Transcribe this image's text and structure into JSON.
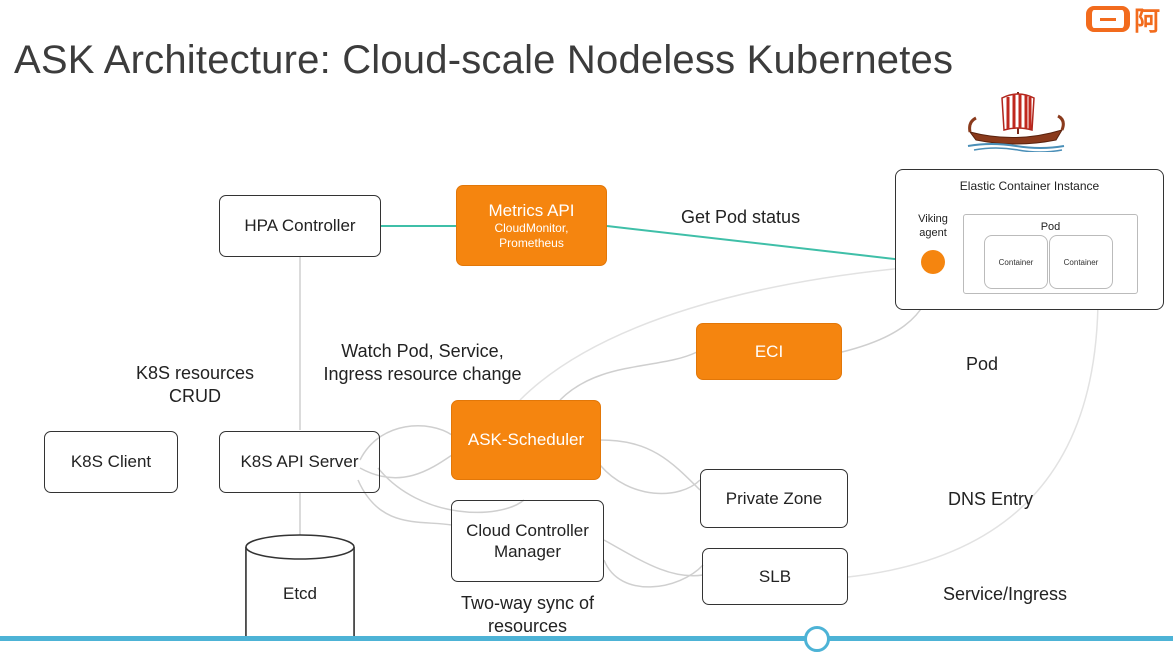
{
  "slide": {
    "title": "ASK Architecture: Cloud-scale Nodeless Kubernetes",
    "logo_text": "阿"
  },
  "colors": {
    "accent_orange": "#f5850f",
    "connector_teal": "#3fbfa8",
    "connector_gray": "#cfcfcf",
    "footer_blue": "#4db3d6"
  },
  "nodes": {
    "hpa_controller": "HPA Controller",
    "metrics_api": {
      "title": "Metrics API",
      "sub1": "CloudMonitor,",
      "sub2": "Prometheus"
    },
    "eci_instance": {
      "title": "Elastic Container Instance",
      "viking_agent_line1": "Viking",
      "viking_agent_line2": "agent",
      "pod": "Pod",
      "container_1": "Container",
      "container_2": "Container"
    },
    "eci": "ECI",
    "ask_scheduler": "ASK-Scheduler",
    "k8s_client": "K8S Client",
    "k8s_api_server": "K8S API Server",
    "private_zone": "Private Zone",
    "cloud_controller_manager": {
      "line1": "Cloud Controller",
      "line2": "Manager"
    },
    "slb": "SLB",
    "etcd": "Etcd"
  },
  "labels": {
    "get_pod_status": "Get Pod status",
    "watch_line1": "Watch Pod, Service,",
    "watch_line2": "Ingress resource change",
    "k8s_resources_line1": "K8S resources",
    "k8s_resources_line2": "CRUD",
    "pod": "Pod",
    "dns_entry": "DNS Entry",
    "service_ingress": "Service/Ingress",
    "two_way_line1": "Two-way sync of",
    "two_way_line2": "resources"
  },
  "icons": {
    "logo": "alibaba-cloud-logo",
    "ship": "viking-ship-icon",
    "database": "database-cylinder-icon"
  }
}
